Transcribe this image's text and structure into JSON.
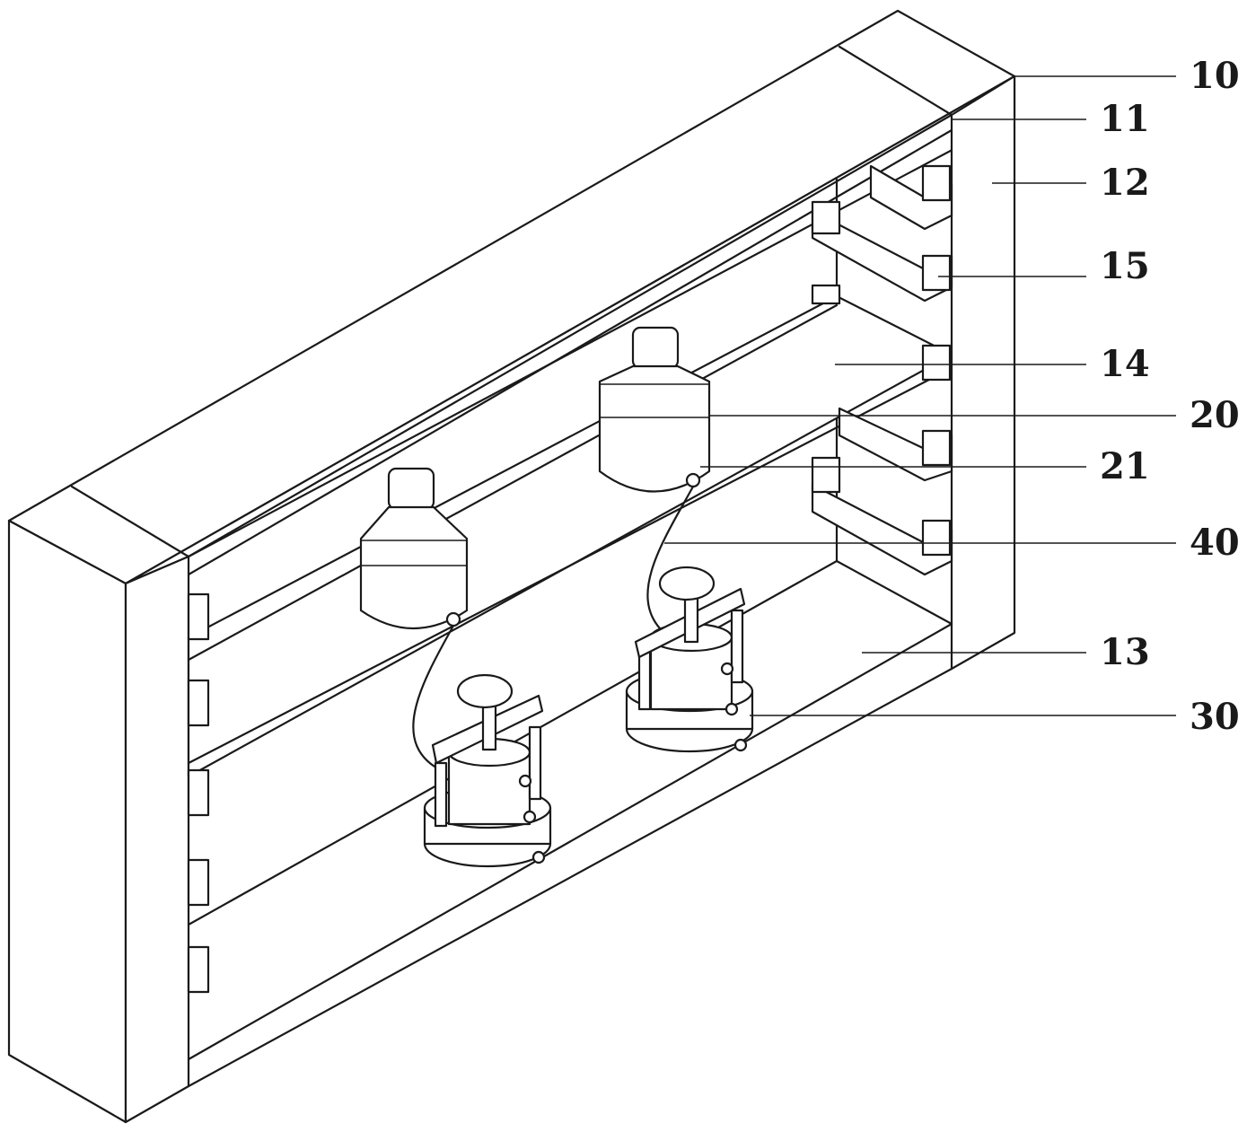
{
  "labels": [
    "10",
    "11",
    "12",
    "15",
    "14",
    "20",
    "21",
    "40",
    "13",
    "30"
  ],
  "colors": {
    "line": "#1a1a1a",
    "background": "#ffffff"
  }
}
